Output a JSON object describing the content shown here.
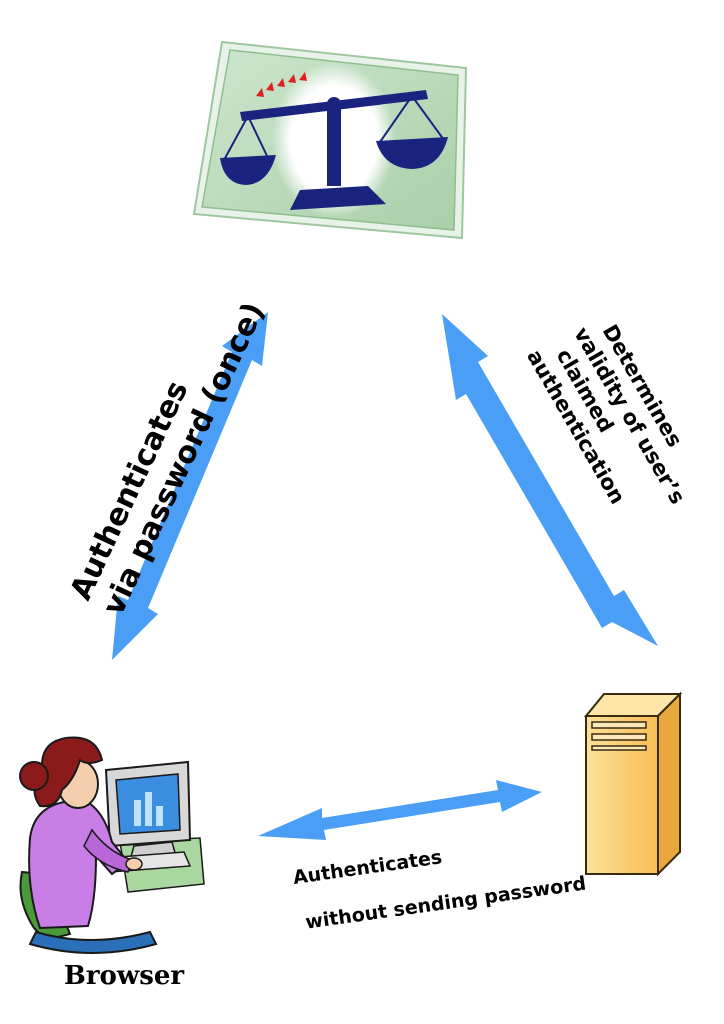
{
  "diagram": {
    "nodes": {
      "authority": {
        "icon": "balance-scale-icon"
      },
      "browser": {
        "icon": "person-at-computer-icon",
        "label": "Browser"
      },
      "server": {
        "icon": "server-tower-icon"
      }
    },
    "edges": {
      "browser_authority": {
        "line1": "Authenticates",
        "line2": "via password (once)"
      },
      "authority_server": {
        "line1": "Determines",
        "line2": "validity of user’s",
        "line3": "claimed",
        "line4": "authentication"
      },
      "browser_server": {
        "line1": "Authenticates",
        "line2": "without sending password"
      }
    },
    "colors": {
      "arrow": "#4a9ef5",
      "scale": "#1a237e",
      "frame": "#b8d8b8",
      "server": "#fcc96a",
      "shirt": "#c97de6",
      "hair": "#8b1a1a"
    }
  }
}
